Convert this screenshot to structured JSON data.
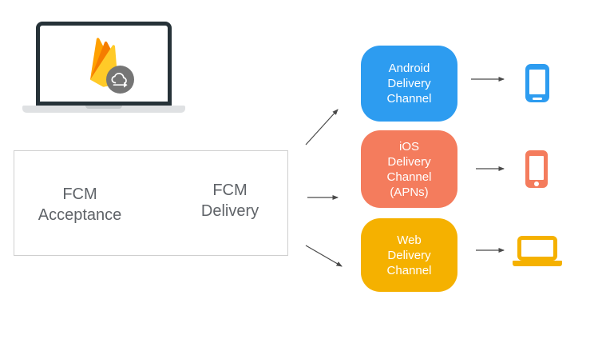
{
  "diagram": {
    "type": "flow-diagram",
    "background": "#ffffff",
    "source": {
      "illustration": "laptop with Firebase logo and cloud messaging badge",
      "icons": [
        "laptop-illustration",
        "firebase-logo",
        "cloud-messaging-icon"
      ]
    },
    "fcm_box": {
      "acceptance_label": "FCM\nAcceptance",
      "delivery_label": "FCM\nDelivery",
      "border_color": "#CFCFCF",
      "text_color": "#5F6368"
    },
    "channels": [
      {
        "id": "android",
        "label": "Android\nDelivery\nChannel",
        "color": "#2D9CF0",
        "target_icon": "smartphone-icon"
      },
      {
        "id": "ios",
        "label": "iOS\nDelivery\nChannel\n(APNs)",
        "color": "#F47C5D",
        "target_icon": "smartphone-icon"
      },
      {
        "id": "web",
        "label": "Web\nDelivery\nChannel",
        "color": "#F5B100",
        "target_icon": "laptop-icon"
      }
    ],
    "arrows": {
      "color": "#4A4A4A",
      "connections": [
        "fcm-box to android-channel",
        "fcm-box to ios-channel",
        "fcm-box to web-channel",
        "android-channel to android-phone-icon",
        "ios-channel to ios-phone-icon",
        "web-channel to web-laptop-icon"
      ]
    },
    "brand_colors": {
      "firebase_amber": "#FFA000",
      "firebase_orange": "#F57C00",
      "firebase_yellow": "#FFCA28",
      "cloud_badge_gray": "#757575",
      "laptop_frame": "#263238",
      "laptop_base": "#DFE1E3"
    }
  }
}
